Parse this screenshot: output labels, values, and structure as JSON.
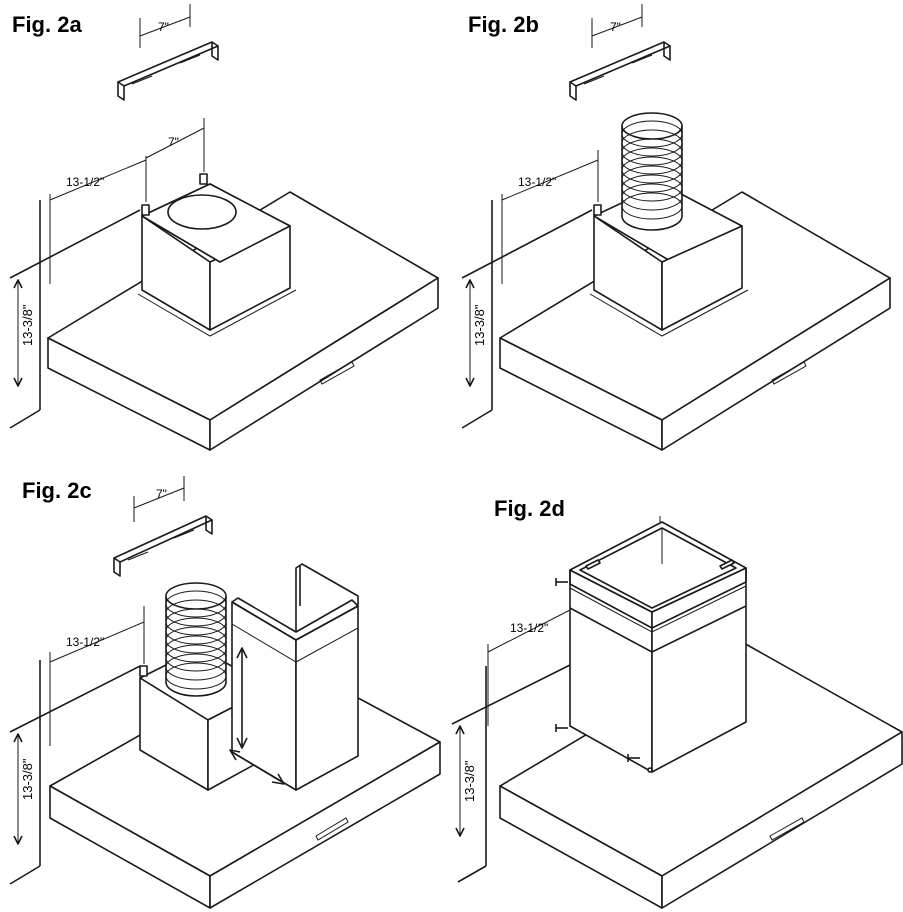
{
  "figures": [
    {
      "id": "a",
      "title": "Fig. 2a",
      "bracket_dim": "7\"",
      "mount_dim": "7\"",
      "width_dim": "13-1/2\"",
      "height_dim": "13-3/8\""
    },
    {
      "id": "b",
      "title": "Fig. 2b",
      "bracket_dim": "7\"",
      "width_dim": "13-1/2\"",
      "height_dim": "13-3/8\""
    },
    {
      "id": "c",
      "title": "Fig. 2c",
      "bracket_dim": "7\"",
      "width_dim": "13-1/2\"",
      "height_dim": "13-3/8\""
    },
    {
      "id": "d",
      "title": "Fig. 2d",
      "width_dim": "13-1/2\"",
      "height_dim": "13-3/8\""
    }
  ]
}
